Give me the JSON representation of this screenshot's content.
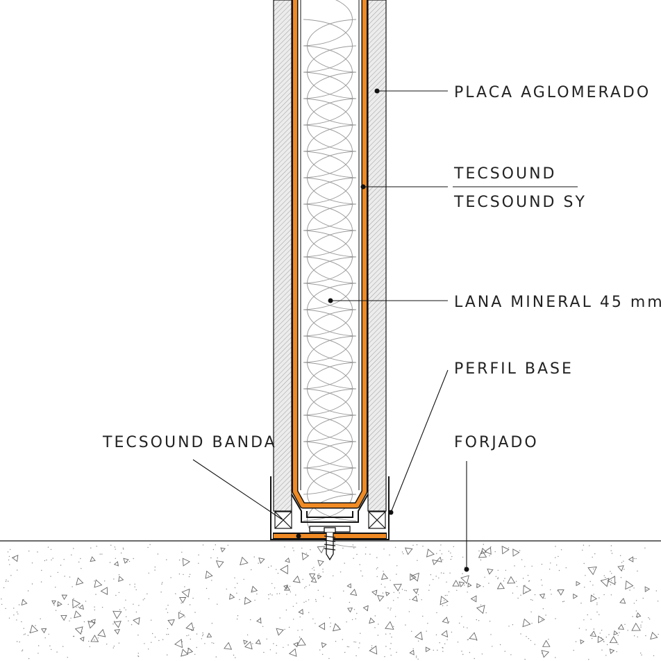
{
  "labels": {
    "placa": "PLACA AGLOMERADO",
    "tecsound": "TECSOUND",
    "tecsound_sy": "TECSOUND SY",
    "lana": "LANA MINERAL 45 mm",
    "perfil": "PERFIL BASE",
    "banda": "TECSOUND BANDA",
    "forjado": "FORJADO"
  },
  "colors": {
    "membrane": "#f08a24",
    "line": "#111111",
    "board_fill": "#e9e9e9",
    "wool": "#9a9a9a",
    "concrete_mark": "#666666"
  }
}
